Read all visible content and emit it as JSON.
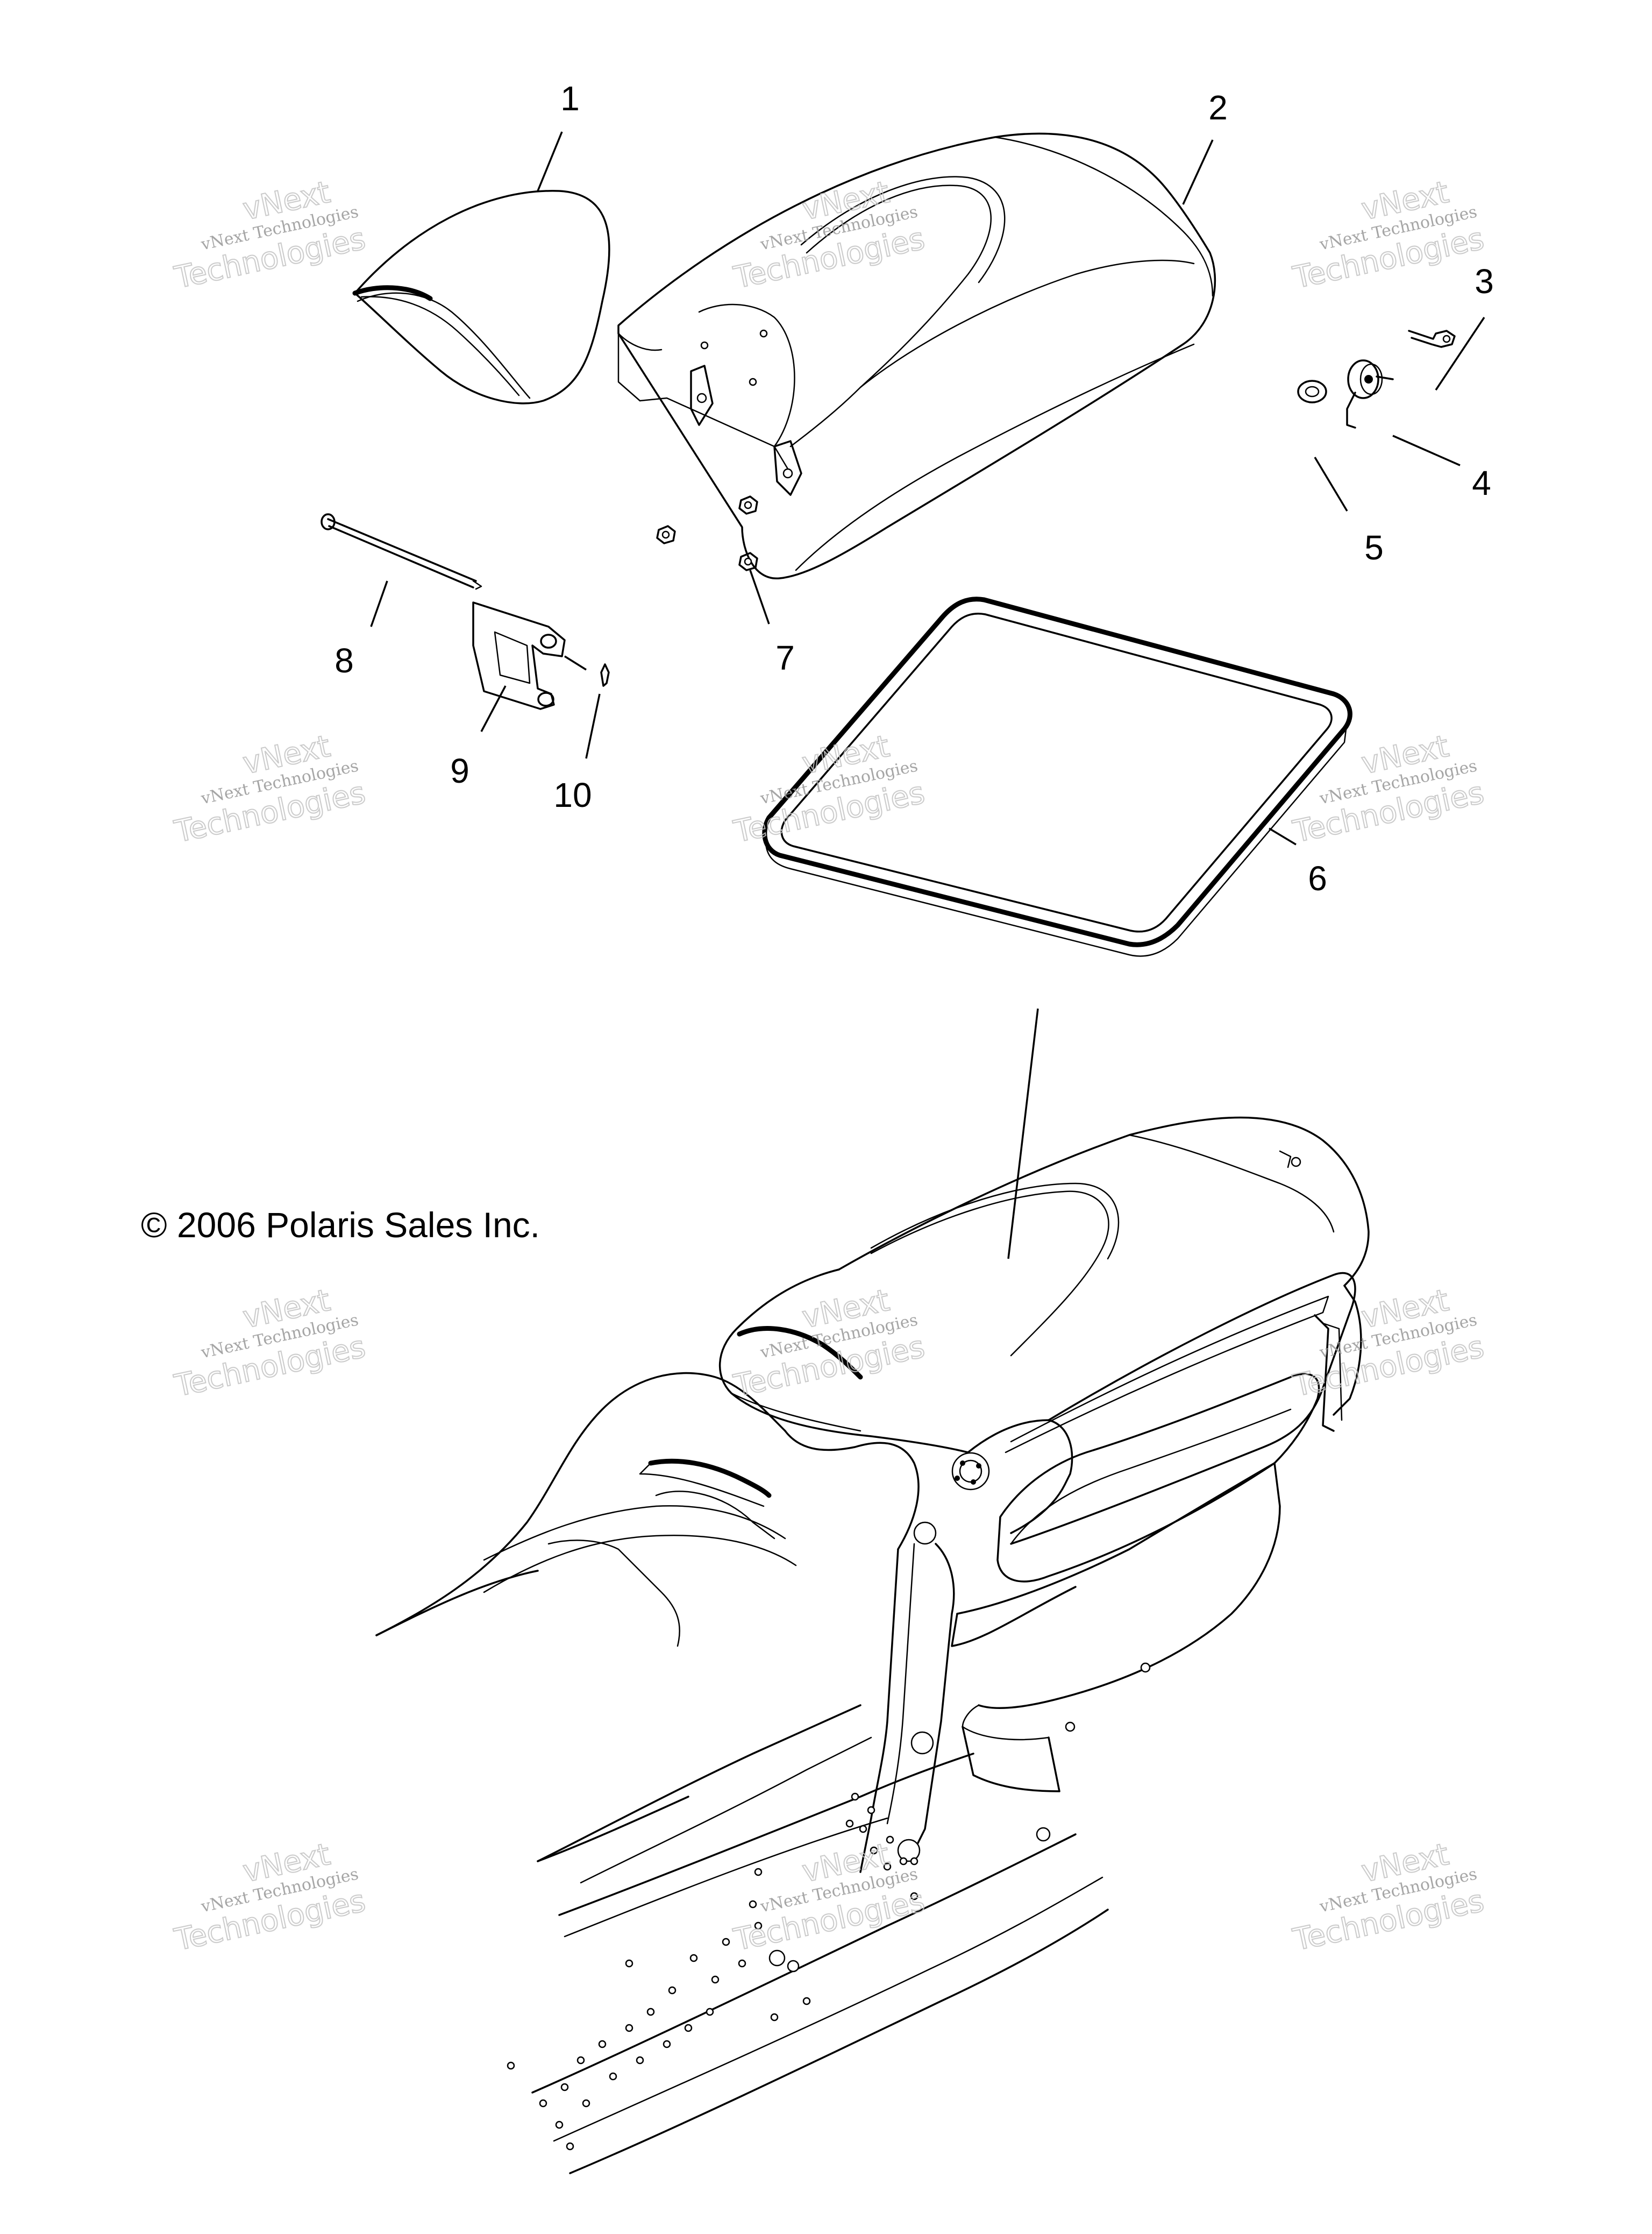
{
  "callouts": [
    {
      "id": "1",
      "text": "1"
    },
    {
      "id": "2",
      "text": "2"
    },
    {
      "id": "3",
      "text": "3"
    },
    {
      "id": "4",
      "text": "4"
    },
    {
      "id": "5",
      "text": "5"
    },
    {
      "id": "6",
      "text": "6"
    },
    {
      "id": "7",
      "text": "7"
    },
    {
      "id": "8",
      "text": "8"
    },
    {
      "id": "9",
      "text": "9"
    },
    {
      "id": "10",
      "text": "10"
    }
  ],
  "copyright": "© 2006 Polaris Sales Inc.",
  "watermark": {
    "line1": "vNext Technologies",
    "line2": "Technologies",
    "line3": "vNext"
  }
}
